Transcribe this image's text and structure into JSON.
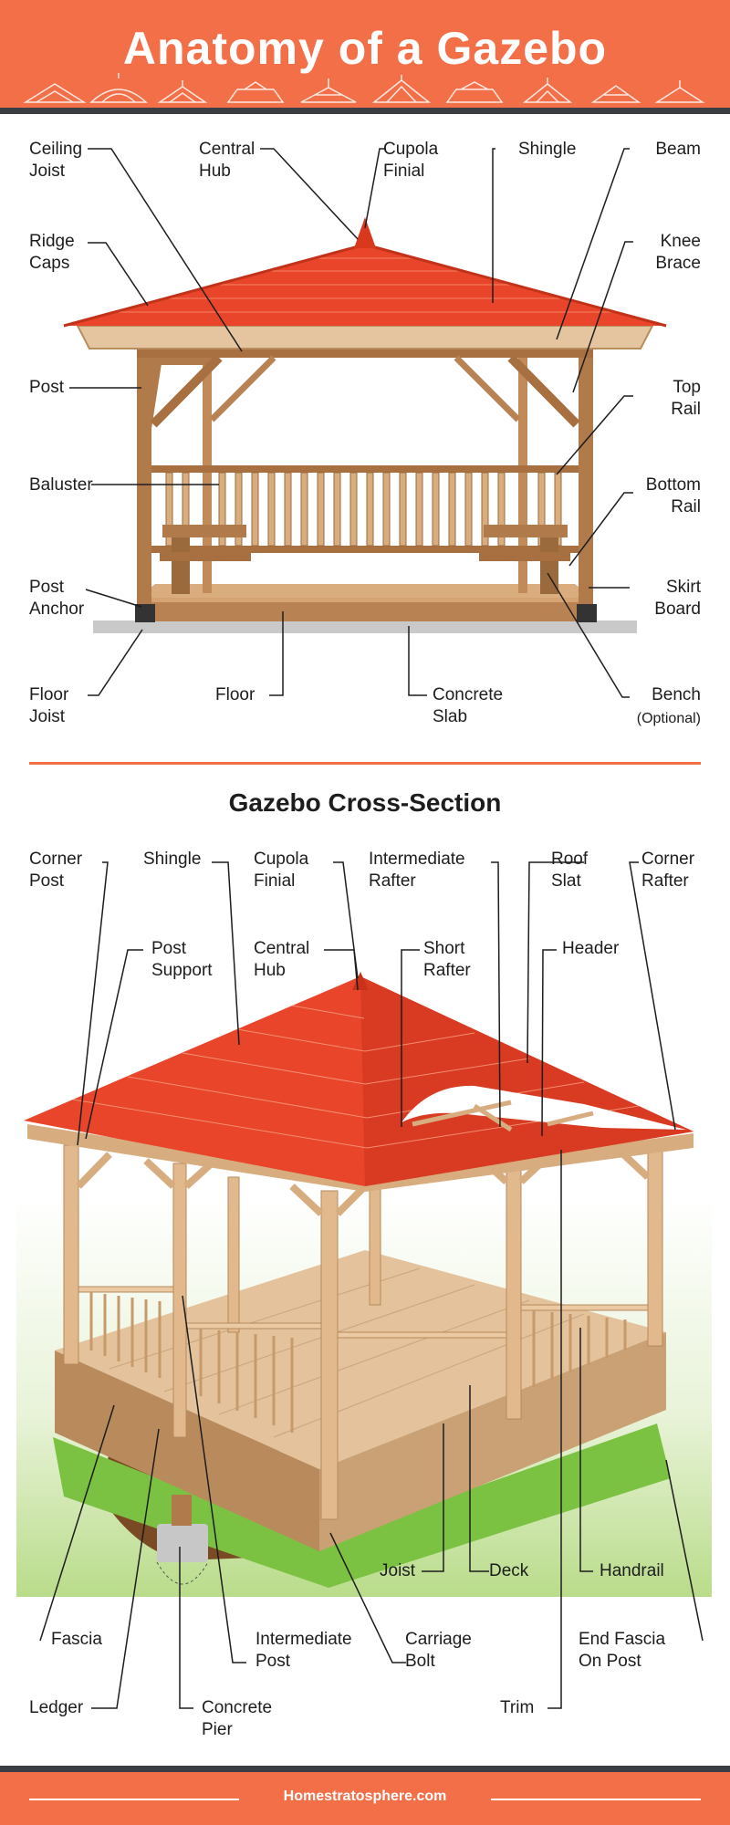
{
  "header": {
    "title": "Anatomy of a Gazebo",
    "background": "#f26f48"
  },
  "diagram1": {
    "labels": {
      "ceiling_joist": "Ceiling\nJoist",
      "central_hub": "Central\nHub",
      "cupola_finial": "Cupola\nFinial",
      "shingle": "Shingle",
      "beam": "Beam",
      "ridge_caps": "Ridge\nCaps",
      "knee_brace": "Knee\nBrace",
      "post": "Post",
      "top_rail": "Top\nRail",
      "baluster": "Baluster",
      "bottom_rail": "Bottom\nRail",
      "post_anchor": "Post\nAnchor",
      "skirt_board": "Skirt\nBoard",
      "floor_joist": "Floor\nJoist",
      "floor": "Floor",
      "concrete_slab": "Concrete\nSlab",
      "bench": "Bench",
      "bench_note": "(Optional)"
    }
  },
  "section_title": "Gazebo Cross-Section",
  "diagram2": {
    "labels": {
      "corner_post": "Corner\nPost",
      "shingle": "Shingle",
      "cupola_finial": "Cupola\nFinial",
      "intermediate_rafter": "Intermediate\nRafter",
      "roof_slat": "Roof\nSlat",
      "corner_rafter": "Corner\nRafter",
      "post_support": "Post\nSupport",
      "central_hub": "Central\nHub",
      "short_rafter": "Short\nRafter",
      "header": "Header",
      "joist": "Joist",
      "deck": "Deck",
      "handrail": "Handrail",
      "fascia": "Fascia",
      "intermediate_post": "Intermediate\nPost",
      "carriage_bolt": "Carriage\nBolt",
      "end_fascia_on_post": "End Fascia\nOn Post",
      "ledger": "Ledger",
      "concrete_pier": "Concrete\nPier",
      "trim": "Trim"
    }
  },
  "footer": {
    "text": "Homestratosphere.com",
    "background": "#f26f48"
  },
  "colors": {
    "roof": "#e8452a",
    "wood": "#c99a6a",
    "wood_dark": "#8a5a32",
    "light_wood": "#e8c9a4",
    "grass": "#7cc242",
    "accent": "#f26f48"
  }
}
